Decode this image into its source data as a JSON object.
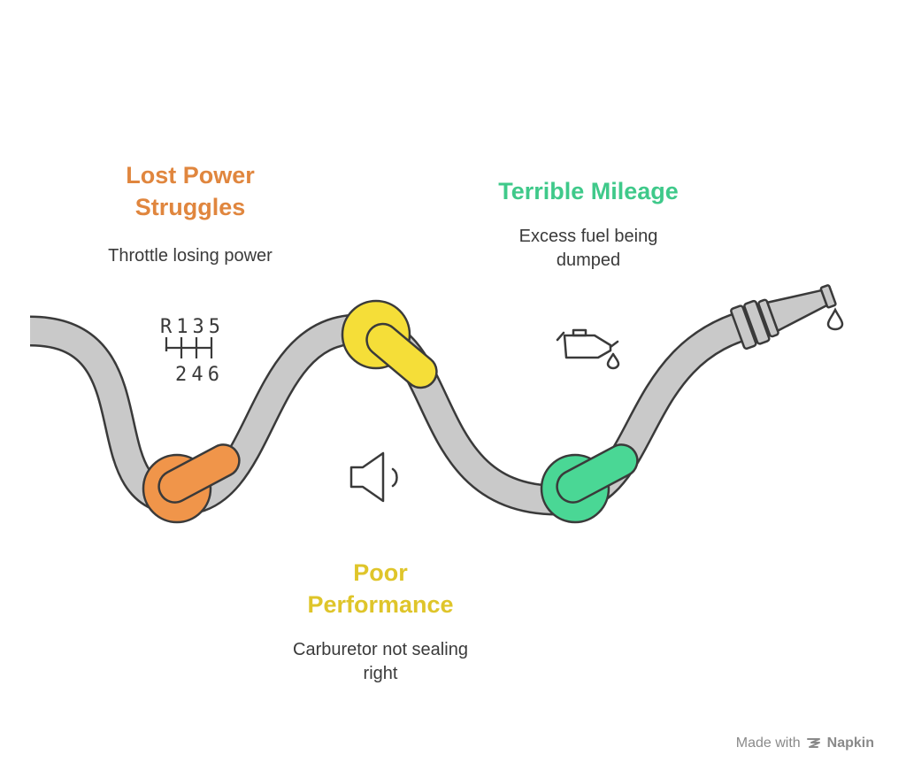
{
  "sections": {
    "lost_power": {
      "title_line1": "Lost Power",
      "title_line2": "Struggles",
      "description": "Throttle losing power",
      "icon": "gear-shifter-icon",
      "gear_top": "R135",
      "gear_bottom": "246",
      "color": "#f0954a"
    },
    "terrible_mileage": {
      "title": "Terrible Mileage",
      "description_line1": "Excess fuel being",
      "description_line2": "dumped",
      "icon": "oil-can-icon",
      "color": "#4ad795"
    },
    "poor_performance": {
      "title_line1": "Poor",
      "title_line2": "Performance",
      "description_line1": "Carburetor not sealing",
      "description_line2": "right",
      "icon": "speaker-icon",
      "color": "#f5de38"
    }
  },
  "footer": {
    "prefix": "Made with",
    "brand": "Napkin"
  },
  "colors": {
    "hose": "#c9c9c9",
    "outline": "#3a3a3a"
  }
}
